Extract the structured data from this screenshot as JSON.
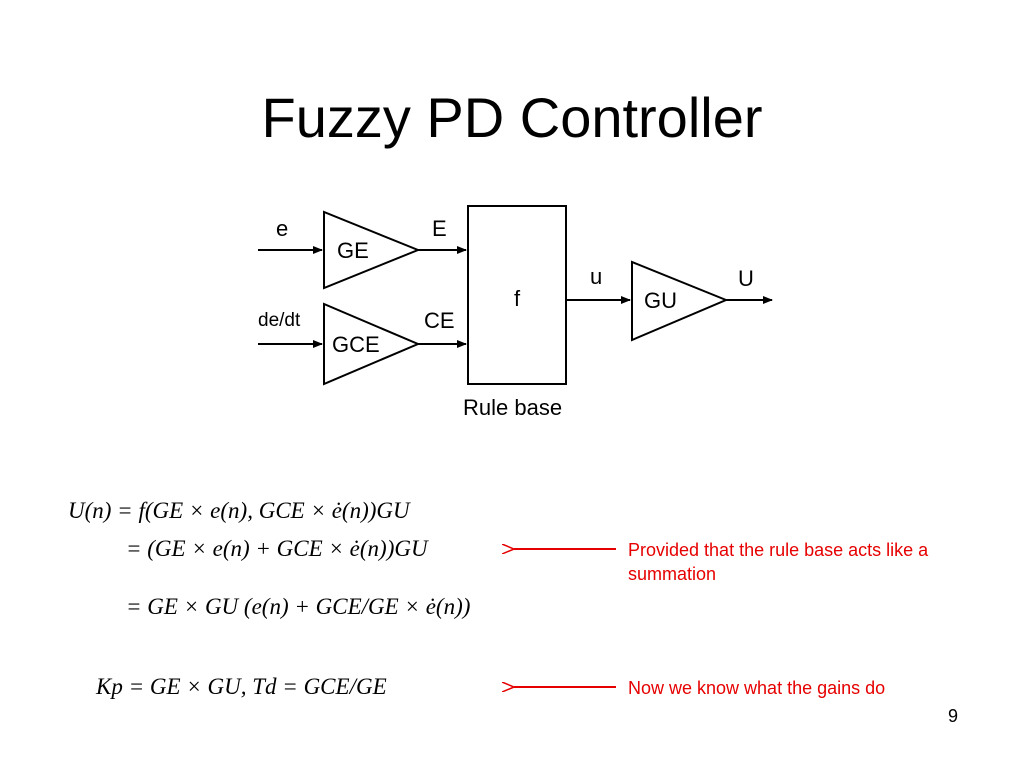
{
  "title": "Fuzzy PD Controller",
  "diagram": {
    "input_e": "e",
    "input_dedt": "de/dt",
    "gain_ge": "GE",
    "gain_gce": "GCE",
    "signal_E": "E",
    "signal_CE": "CE",
    "rule_fn": "f",
    "rule_base_label": "Rule base",
    "signal_u": "u",
    "gain_gu": "GU",
    "output_U": "U"
  },
  "equations": {
    "eq1": "U(n) = f(GE × e(n), GCE × ė(n))GU",
    "eq2": "= (GE × e(n) + GCE × ė(n))GU",
    "eq3": "= GE × GU (e(n) + GCE/GE × ė(n))",
    "eq4": "Kp = GE × GU, Td = GCE/GE"
  },
  "notes": {
    "summation": "Provided that the rule base acts like a summation",
    "gains": "Now we know what the gains do"
  },
  "page_number": "9",
  "colors": {
    "note": "#e60000",
    "arrow": "#e60000"
  }
}
